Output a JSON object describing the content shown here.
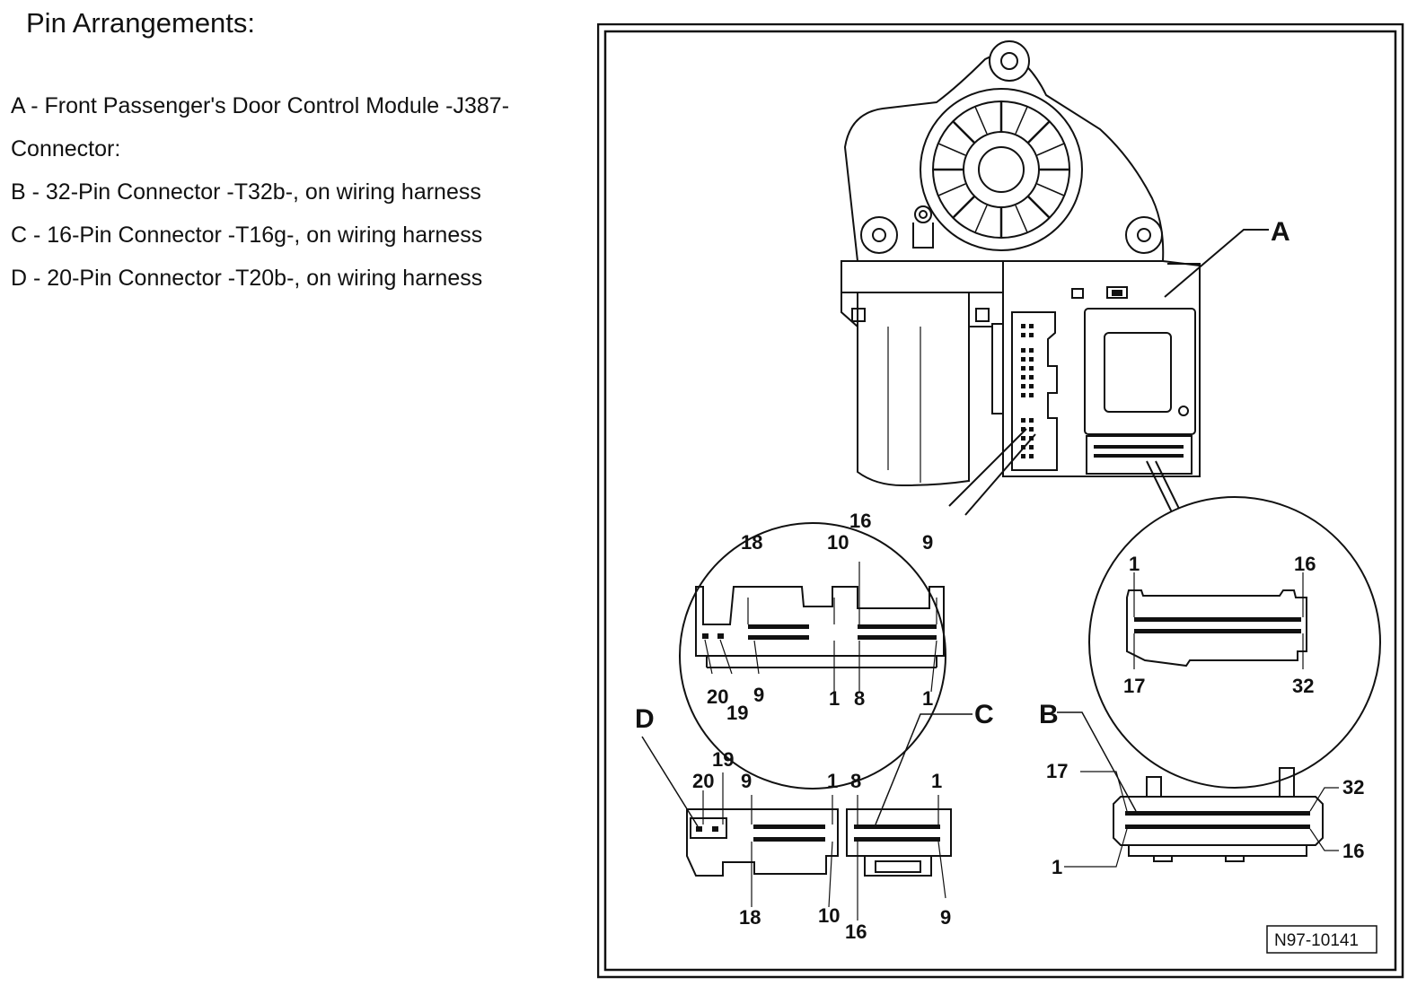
{
  "heading": "Pin Arrangements:",
  "legend": [
    "A - Front Passenger's Door Control Module -J387-",
    "Connector:",
    "B - 32-Pin Connector -T32b-, on wiring harness",
    "C - 16-Pin Connector -T16g-, on wiring harness",
    "D - 20-Pin Connector -T20b-, on wiring harness"
  ],
  "figure": {
    "ref": "N97-10141",
    "callouts": {
      "a": "A",
      "b": "B",
      "c": "C",
      "d": "D"
    },
    "zoom_left": {
      "n16": "16",
      "n18": "18",
      "n10": "10",
      "n9": "9",
      "n20": "20",
      "n19": "19",
      "n9b": "9",
      "n1": "1",
      "n8": "8",
      "n1b": "1"
    },
    "zoom_right": {
      "n1": "1",
      "n16": "16",
      "n17": "17",
      "n32": "32"
    },
    "conn_d": {
      "n19": "19",
      "n20": "20",
      "n9": "9",
      "n1": "1",
      "n18": "18",
      "n10": "10"
    },
    "conn_c": {
      "n8": "8",
      "n1": "1",
      "n16": "16",
      "n9": "9"
    },
    "conn_b": {
      "n17": "17",
      "n32": "32",
      "n1": "1",
      "n16": "16"
    }
  }
}
